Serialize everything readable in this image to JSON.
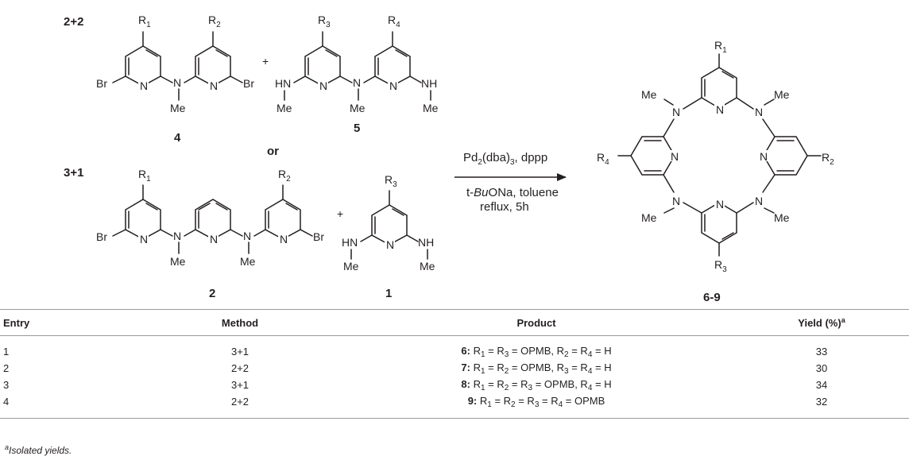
{
  "scheme": {
    "route_2_2": "2+2",
    "route_3_1": "3+1",
    "or": "or",
    "plus": "+",
    "compound_4": "4",
    "compound_5": "5",
    "compound_2": "2",
    "compound_1": "1",
    "product_label": "6-9",
    "condition_top": "Pd2(dba)3, dppp",
    "condition_mid": "t-BuONa, toluene",
    "condition_bottom": "reflux, 5h"
  },
  "table": {
    "headers": [
      "Entry",
      "Method",
      "Product",
      "Yield (%)a"
    ],
    "rows": [
      {
        "entry": "1",
        "method": "3+1",
        "product": "6: R1 = R3 = OPMB, R2 = R4 = H",
        "yield": "33"
      },
      {
        "entry": "2",
        "method": "2+2",
        "product": "7: R1 = R2 = OPMB, R3 = R4 = H",
        "yield": "30"
      },
      {
        "entry": "3",
        "method": "3+1",
        "product": "8: R1 = R2 = R3 = OPMB, R4 = H",
        "yield": "34"
      },
      {
        "entry": "4",
        "method": "2+2",
        "product": "9: R1 = R2 = R3 = R4 = OPMB",
        "yield": "32"
      }
    ]
  },
  "footnote": "aIsolated yields."
}
